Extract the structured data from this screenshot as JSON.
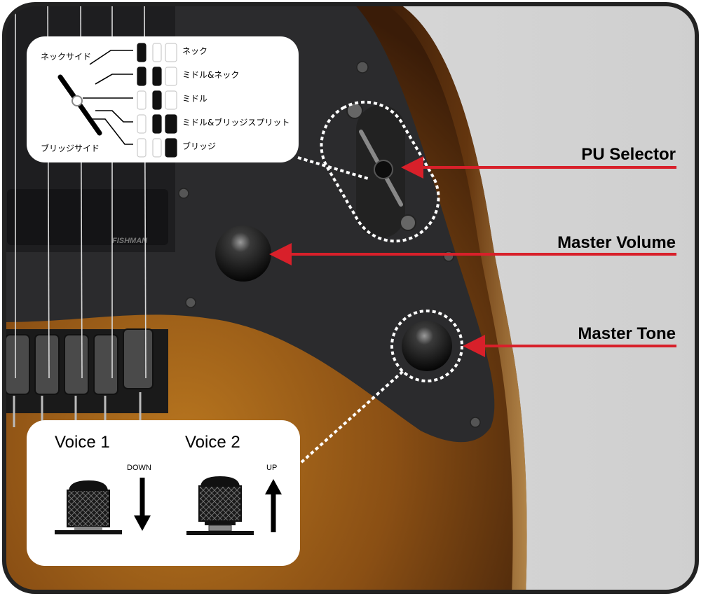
{
  "callouts": {
    "pu_selector": "PU Selector",
    "master_volume": "Master Volume",
    "master_tone": "Master Tone"
  },
  "selector_diagram": {
    "neck_side": "ネックサイド",
    "bridge_side": "ブリッジサイド",
    "positions": [
      {
        "label": "ネック"
      },
      {
        "label": "ミドル&ネック"
      },
      {
        "label": "ミドル"
      },
      {
        "label": "ミドル&ブリッジスプリット"
      },
      {
        "label": "ブリッジ"
      }
    ]
  },
  "tone_knob": {
    "voice1": {
      "title": "Voice 1",
      "direction": "DOWN"
    },
    "voice2": {
      "title": "Voice 2",
      "direction": "UP"
    }
  },
  "brand": "FISHMAN",
  "colors": {
    "arrow": "#d8202a",
    "frame": "#222222",
    "pickguard": "#2b2b2d",
    "body_wood": "#8a4f14"
  }
}
